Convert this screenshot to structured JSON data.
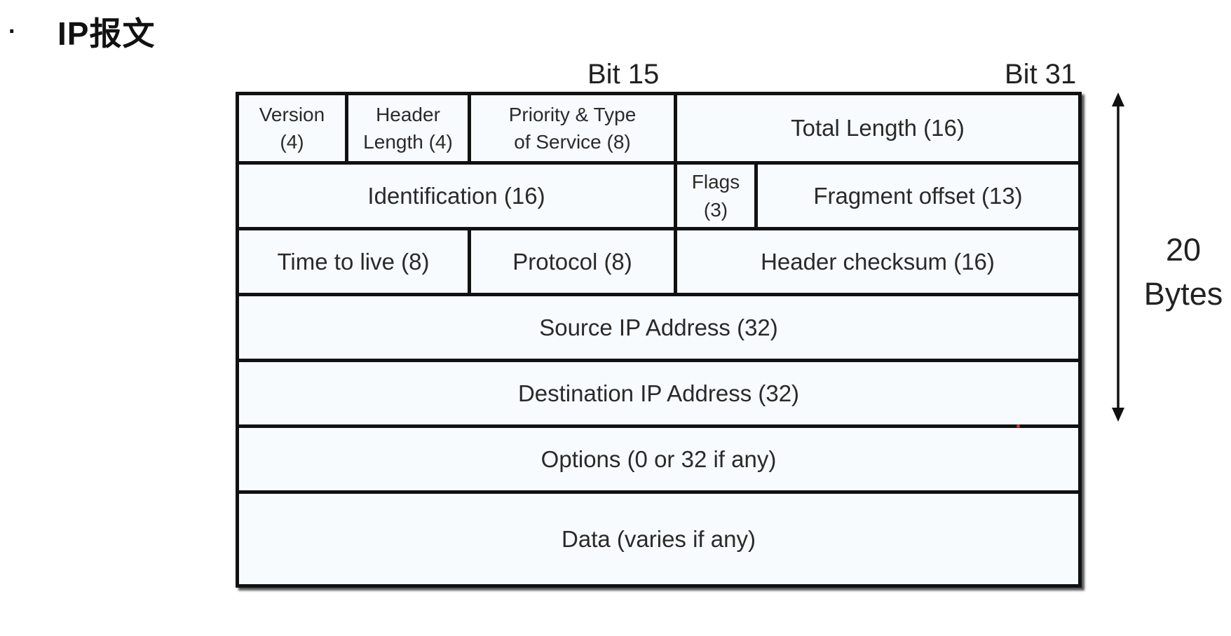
{
  "heading": {
    "bullet": "·",
    "title": "IP报文"
  },
  "bit_labels": {
    "bit15": "Bit 15",
    "bit31": "Bit 31"
  },
  "rows": [
    {
      "fields": [
        {
          "label": "Version\n(4)"
        },
        {
          "label": "Header\nLength (4)"
        },
        {
          "label": "Priority  & Type\nof Service (8)"
        },
        {
          "label": "Total Length (16)"
        }
      ]
    },
    {
      "fields": [
        {
          "label": "Identification (16)"
        },
        {
          "label": "Flags\n(3)"
        },
        {
          "label": "Fragment offset (13)"
        }
      ]
    },
    {
      "fields": [
        {
          "label": "Time to live (8)"
        },
        {
          "label": "Protocol (8)"
        },
        {
          "label": "Header checksum (16)"
        }
      ]
    },
    {
      "fields": [
        {
          "label": "Source IP Address (32)"
        }
      ]
    },
    {
      "fields": [
        {
          "label": "Destination IP Address (32)"
        }
      ]
    },
    {
      "fields": [
        {
          "label": "Options (0 or 32 if any)"
        }
      ]
    },
    {
      "fields": [
        {
          "label": "Data (varies if any)"
        }
      ]
    }
  ],
  "header_size": {
    "label": "20\nBytes"
  }
}
